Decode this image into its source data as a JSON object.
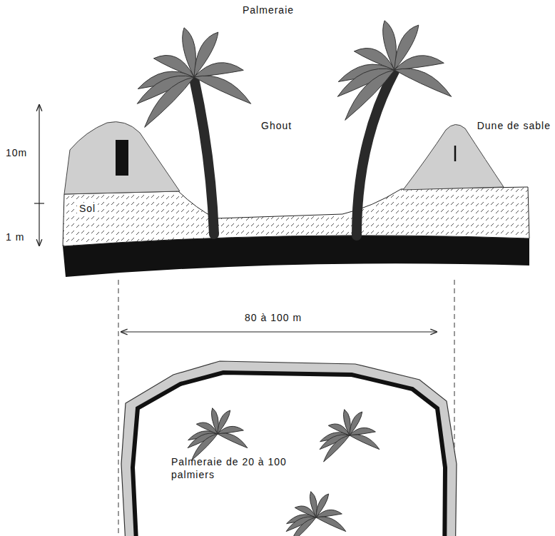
{
  "diagram": {
    "nodes": [
      {
        "text": [
          "Palmeraie de 20 à 100 palmiers"
        ]
      }
    ],
    "labels": [
      "Palmeraie",
      "Dune de sable",
      "Ghout",
      "10m",
      "1 m",
      "Sol",
      "80 à 100 m"
    ]
  }
}
